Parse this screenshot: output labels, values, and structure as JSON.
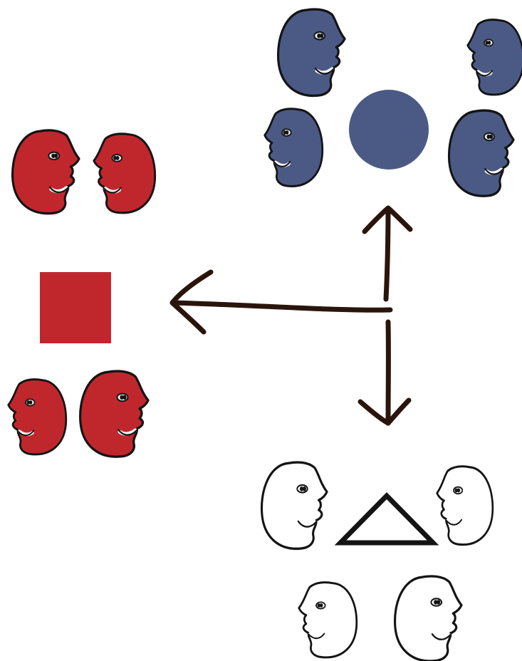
{
  "colors": {
    "background": "#ffffff",
    "red_group": "#c0272d",
    "blue_group": "#4b5a85",
    "white_group": "#ffffff",
    "outline": "#141414",
    "arrow": "#2a150c"
  },
  "groups": [
    {
      "name": "red-group",
      "shape": "square",
      "member_count": 4,
      "fill_key": "red_group"
    },
    {
      "name": "blue-group",
      "shape": "circle",
      "member_count": 4,
      "fill_key": "blue_group"
    },
    {
      "name": "white-group",
      "shape": "triangle",
      "member_count": 4,
      "fill_key": "white_group"
    }
  ],
  "arrows": [
    {
      "name": "arrow-left",
      "target": "red-group",
      "direction": "left"
    },
    {
      "name": "arrow-up",
      "target": "blue-group",
      "direction": "up"
    },
    {
      "name": "arrow-down",
      "target": "white-group",
      "direction": "down"
    }
  ],
  "icons": [
    "face-icon",
    "square-shape",
    "circle-shape",
    "triangle-shape",
    "arrow"
  ]
}
